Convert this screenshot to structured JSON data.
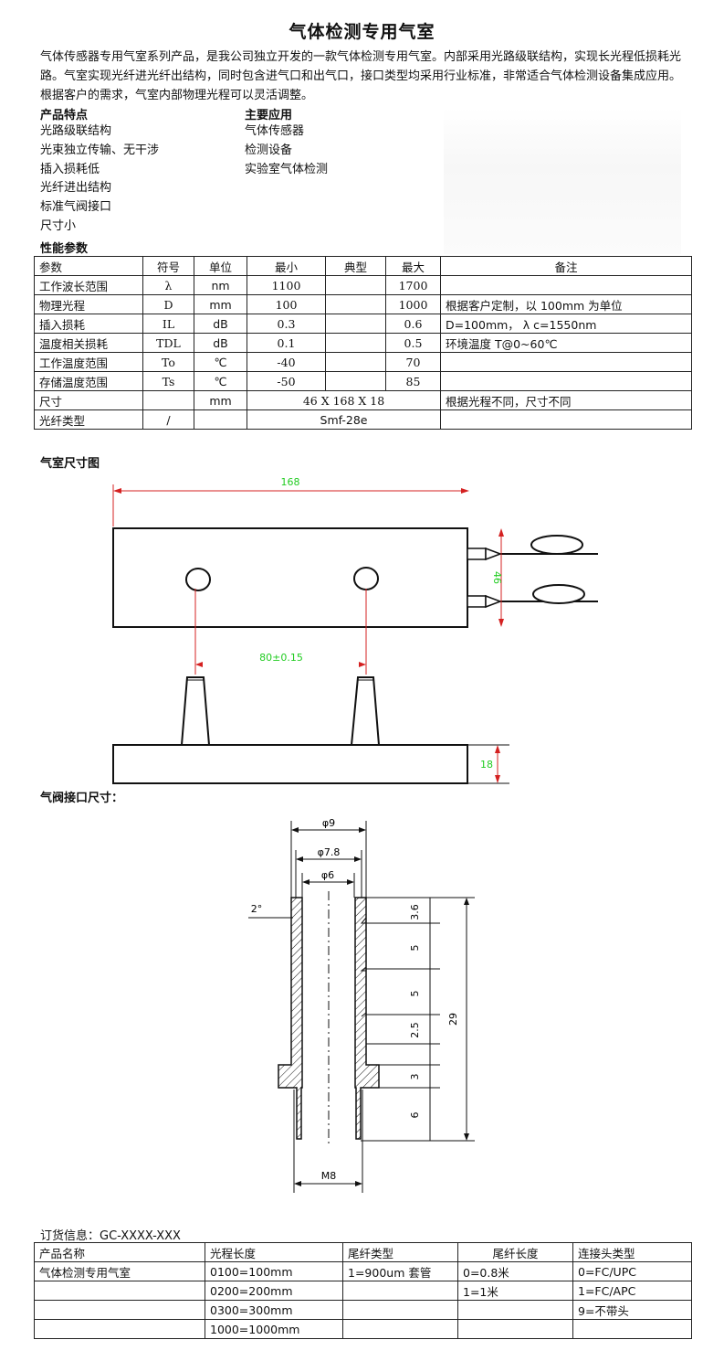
{
  "title": "气体检测专用气室",
  "intro": "气体传感器专用气室系列产品，是我公司独立开发的一款气体检测专用气室。内部采用光路级联结构，实现长光程低损耗光路。气室实现光纤进光纤出结构，同时包含进气口和出气口，接口类型均采用行业标准，非常适合气体检测设备集成应用。根据客户的需求，气室内部物理光程可以灵活调整。",
  "features": {
    "heading": "产品特点",
    "items": [
      "光路级联结构",
      "光束独立传输、无干涉",
      "插入损耗低",
      "光纤进出结构",
      "标准气阀接口",
      "尺寸小"
    ]
  },
  "applications": {
    "heading": "主要应用",
    "items": [
      "气体传感器",
      "检测设备",
      "实验室气体检测"
    ]
  },
  "performance": {
    "heading": "性能参数",
    "headers": [
      "参数",
      "符号",
      "单位",
      "最小",
      "典型",
      "最大",
      "备注"
    ],
    "rows": [
      [
        "工作波长范围",
        "λ",
        "nm",
        "1100",
        "",
        "1700",
        ""
      ],
      [
        "物理光程",
        "D",
        "mm",
        "100",
        "",
        "1000",
        "根据客户定制，以 100mm 为单位"
      ],
      [
        "插入损耗",
        "IL",
        "dB",
        "0.3",
        "",
        "0.6",
        "D=100mm， λ c=1550nm"
      ],
      [
        "温度相关损耗",
        "TDL",
        "dB",
        "0.1",
        "",
        "0.5",
        "环境温度 T@0~60℃"
      ],
      [
        "工作温度范围",
        "To",
        "℃",
        "-40",
        "",
        "70",
        ""
      ],
      [
        "存储温度范围",
        "Ts",
        "℃",
        "-50",
        "",
        "85",
        ""
      ]
    ],
    "size_row": [
      "尺寸",
      "",
      "mm",
      "46 X 168 X 18",
      "根据光程不同，尺寸不同"
    ],
    "fiber_row": [
      "光纤类型",
      "/",
      "",
      "Smf-28e",
      ""
    ]
  },
  "chamber_drawing": {
    "heading": "气室尺寸图",
    "length_label": "168",
    "height_label": "46",
    "spacing_label": "80±0.15",
    "thickness_label": "18"
  },
  "valve_drawing": {
    "heading": "气阀接口尺寸：",
    "d9": "φ9",
    "d78": "φ7.8",
    "d6": "φ6",
    "angle": "2°",
    "dims": [
      "3.6",
      "5",
      "5",
      "2.5",
      "3",
      "6"
    ],
    "total": "29",
    "thread": "M8"
  },
  "order": {
    "heading": "订货信息：GC-XXXX-XXX",
    "headers": [
      "产品名称",
      "光程长度",
      "尾纤类型",
      "尾纤长度",
      "连接头类型"
    ],
    "rows": [
      [
        "气体检测专用气室",
        "0100=100mm",
        "1=900um 套管",
        "0=0.8米",
        "0=FC/UPC"
      ],
      [
        "",
        "0200=200mm",
        "",
        "1=1米",
        "1=FC/APC"
      ],
      [
        "",
        "0300=300mm",
        "",
        "",
        "9=不带头"
      ],
      [
        "",
        "1000=1000mm",
        "",
        "",
        ""
      ]
    ]
  },
  "colors": {
    "dimension_red": "#d42020",
    "dimension_green": "#22cc22",
    "line": "#111111"
  }
}
